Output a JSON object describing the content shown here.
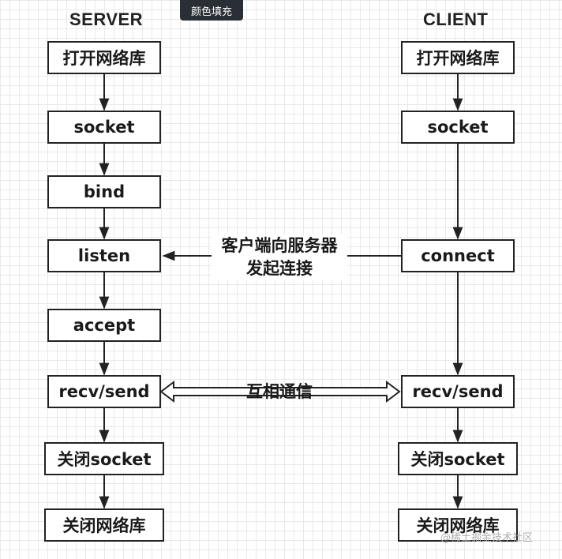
{
  "tooltip": "颜色填充",
  "server": {
    "title": "SERVER",
    "steps": [
      "打开网络库",
      "socket",
      "bind",
      "listen",
      "accept",
      "recv/send",
      "关闭socket",
      "关闭网络库"
    ]
  },
  "client": {
    "title": "CLIENT",
    "steps": [
      "打开网络库",
      "socket",
      "connect",
      "recv/send",
      "关闭socket",
      "关闭网络库"
    ]
  },
  "labels": {
    "connect_line1": "客户端向服务器",
    "connect_line2": "发起连接",
    "communicate": "互相通信"
  },
  "watermark": "@稀土掘金技术社区",
  "colors": {
    "line": "#222222",
    "grid": "#e9e9e9"
  }
}
